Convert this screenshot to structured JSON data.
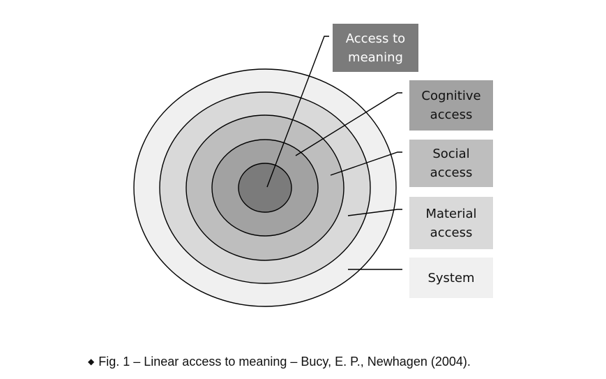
{
  "diagram": {
    "rings": [
      {
        "name": "System",
        "fill": "#f0f0f0"
      },
      {
        "name": "Material access",
        "fill": "#d9d9d9"
      },
      {
        "name": "Social access",
        "fill": "#bebebe"
      },
      {
        "name": "Cognitive access",
        "fill": "#a2a2a2"
      },
      {
        "name": "Access to meaning",
        "fill": "#7b7b7b"
      }
    ],
    "labels": {
      "meaning": "Access to meaning",
      "cognitive": "Cognitive access",
      "social": "Social access",
      "material": "Material access",
      "system": "System"
    }
  },
  "caption": {
    "bullet": "◆",
    "text": "Fig. 1 – Linear access to meaning – Bucy, E. P., Newhagen (2004)."
  }
}
